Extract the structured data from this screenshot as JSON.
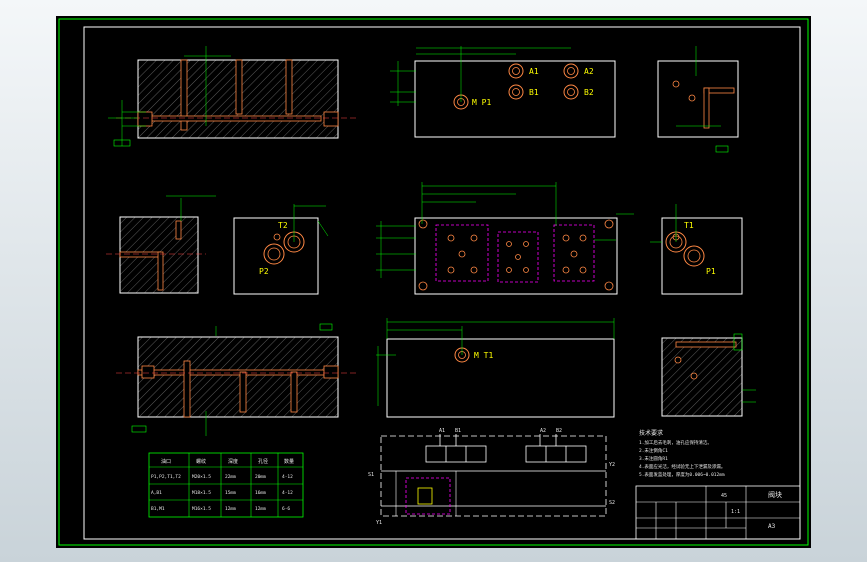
{
  "colors": {
    "background": "#000000",
    "border": "#00ff00",
    "outline": "#ffffff",
    "dimension": "#00ff00",
    "hatch": "#c0c0c0",
    "bore": "#ff8844",
    "symbol": "#ff00ff",
    "text": "#ffff00"
  },
  "labels": {
    "a1": "A1",
    "a2": "A2",
    "b1": "B1",
    "b2": "B2",
    "mp1": "M P1",
    "mt1": "M T1",
    "t1": "T1",
    "t2": "T2",
    "p1": "P1",
    "p2": "P2",
    "y1": "Y1",
    "y2": "Y2",
    "s1": "S1",
    "s2": "S2",
    "note_a1": "A1",
    "note_b1": "B1",
    "note_a2": "A2",
    "note_b2": "B2"
  },
  "tech_notes": {
    "title": "技术要求",
    "lines": [
      "1.加工后去毛刺，油孔应保持清洁。",
      "2.未注倒角C1",
      "3.未注圆角R1",
      "4.表面应光洁，经试验无上下泄漏及渗漏。",
      "5.表面发蓝处理，厚度为0.006~0.012mm"
    ]
  },
  "port_table": {
    "headers": [
      "油口",
      "螺纹",
      "深度",
      "孔径",
      "数量"
    ],
    "rows": [
      [
        "P1,P2,T1,T2",
        "M20×1.5",
        "22mm",
        "20mm",
        "4-12"
      ],
      [
        "A,B1",
        "M18×1.5",
        "15mm",
        "16mm",
        "4-12"
      ],
      [
        "B1,M1",
        "M16×1.5",
        "12mm",
        "12mm",
        "6-6"
      ]
    ]
  },
  "title_block": {
    "name": "阀块",
    "material": "45",
    "scale": "1:1",
    "drawing_no": "A3"
  }
}
